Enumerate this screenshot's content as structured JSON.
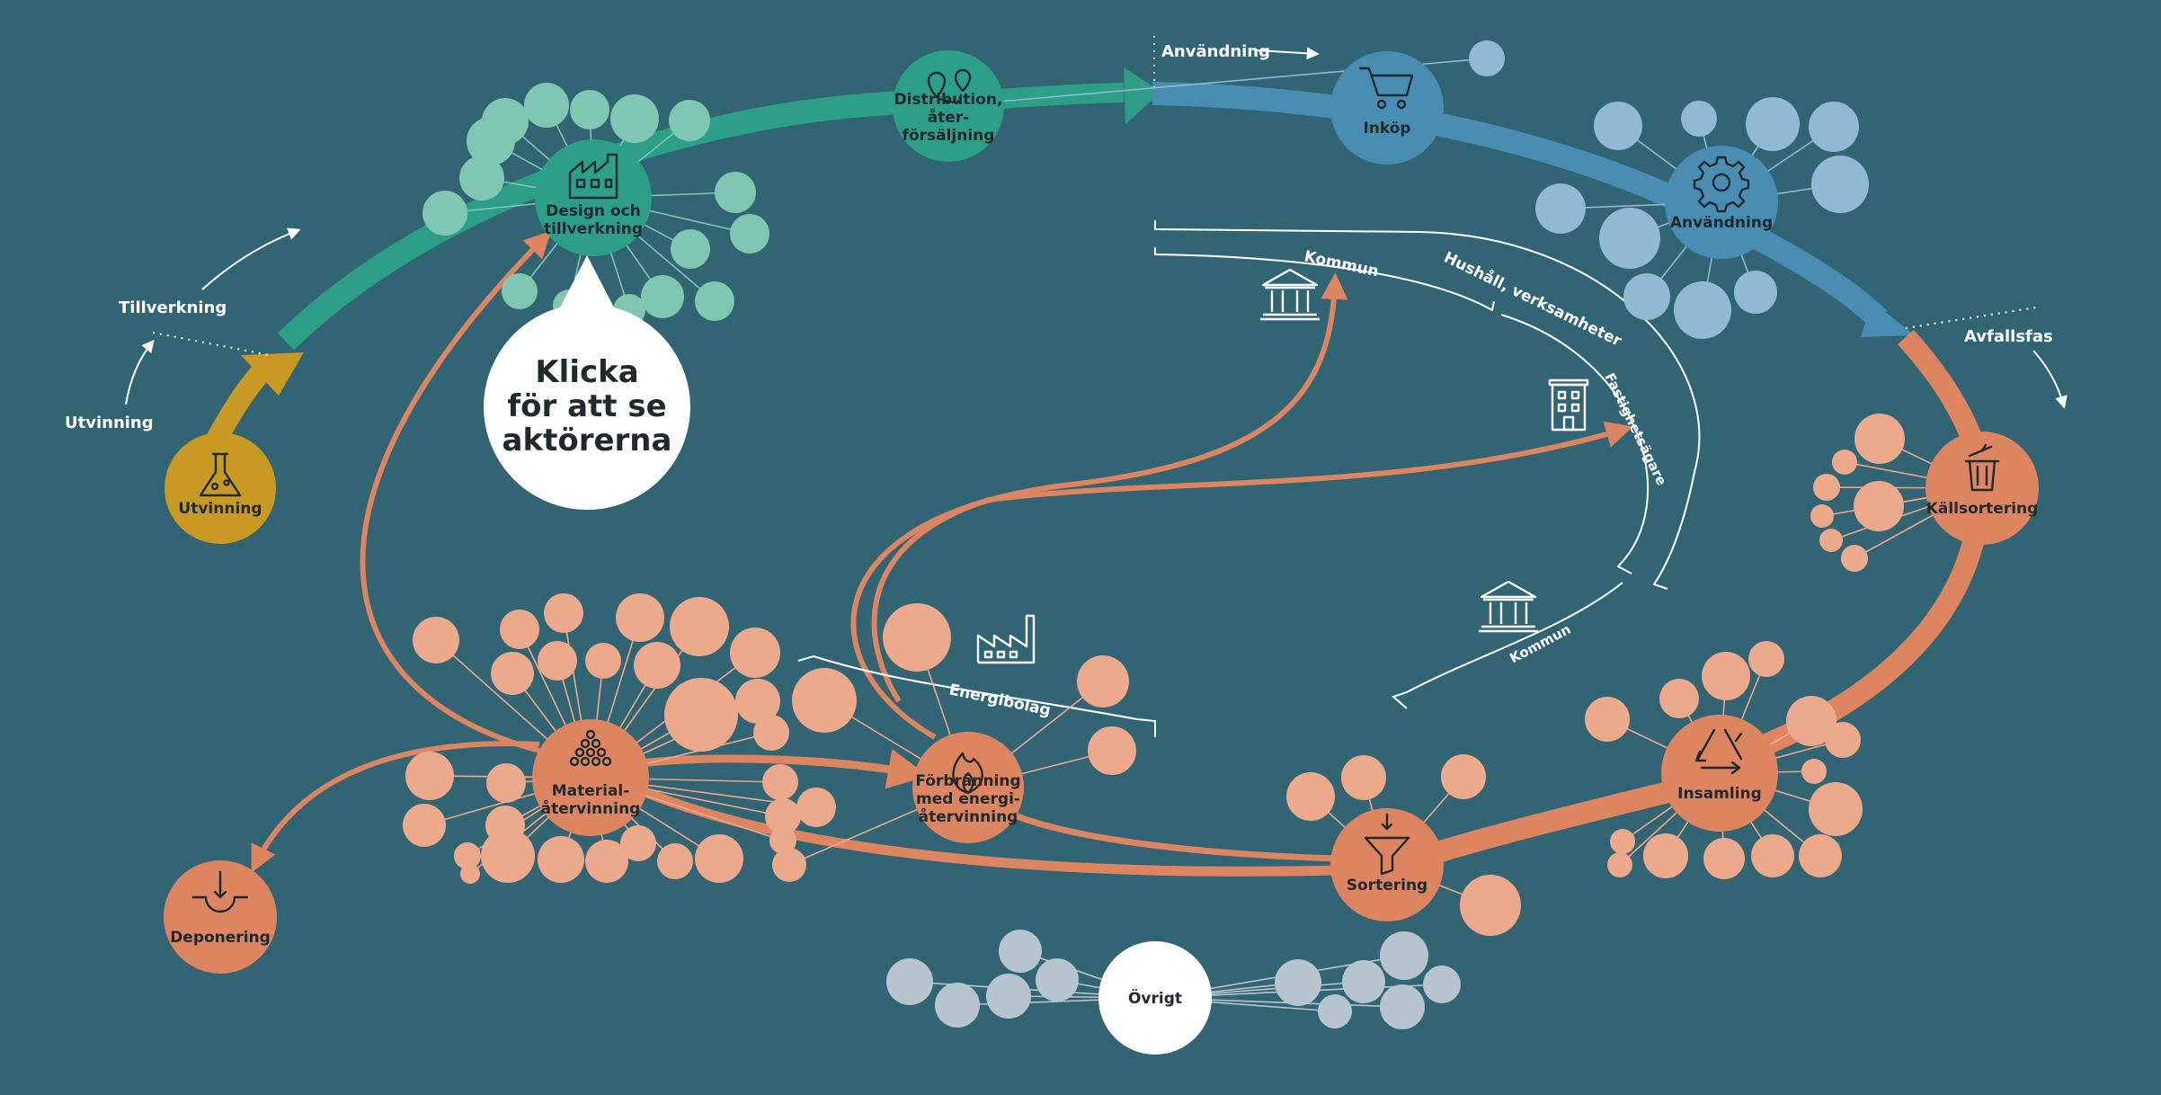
{
  "colors": {
    "background": "#326574",
    "green": "#2e9f87",
    "green_light": "#7fc7b1",
    "blue": "#4a8db2",
    "blue_light": "#92b9d3",
    "orange": "#dd8460",
    "orange_light": "#eca98b",
    "yellow": "#c99a23",
    "grey_light": "#b8c4cd",
    "white": "#ffffff"
  },
  "nodes": {
    "utvinning": {
      "lines": [
        "Utvinning"
      ],
      "icon": "flask-icon"
    },
    "design": {
      "lines": [
        "Design och",
        "tillverkning"
      ],
      "icon": "factory-icon"
    },
    "distribution": {
      "lines": [
        "Distribution,",
        "åter-",
        "försäljning"
      ],
      "icon": "map-pin-icon"
    },
    "inkop": {
      "lines": [
        "Inköp"
      ],
      "icon": "shopping-cart-icon"
    },
    "anvandning": {
      "lines": [
        "Användning"
      ],
      "icon": "gear-icon"
    },
    "kallsortering": {
      "lines": [
        "Källsortering"
      ],
      "icon": "trash-bin-icon"
    },
    "insamling": {
      "lines": [
        "Insamling"
      ],
      "icon": "recycle-icon"
    },
    "sortering": {
      "lines": [
        "Sortering"
      ],
      "icon": "funnel-icon"
    },
    "forbranning": {
      "lines": [
        "Förbränning",
        "med energi-",
        "återvinning"
      ],
      "icon": "flame-icon"
    },
    "material": {
      "lines": [
        "Material-",
        "återvinning"
      ],
      "icon": "pellets-icon"
    },
    "deponering": {
      "lines": [
        "Deponering"
      ],
      "icon": "landfill-icon"
    },
    "ovrigt": {
      "lines": [
        "Övrigt"
      ]
    }
  },
  "flow_labels": {
    "utvinning": "Utvinning",
    "tillverkning": "Tillverkning",
    "anvandning": "Användning",
    "avfallsfas": "Avfallsfas"
  },
  "actor_labels": {
    "kommun_top": "Kommun",
    "hushall": "Hushåll, verksamheter",
    "fastighetsagare": "Fastighetsägare",
    "kommun_bottom": "Kommun",
    "energibolag": "Energibolag"
  },
  "callout": {
    "lines": [
      "Klicka",
      "för att se",
      "aktörerna"
    ]
  }
}
